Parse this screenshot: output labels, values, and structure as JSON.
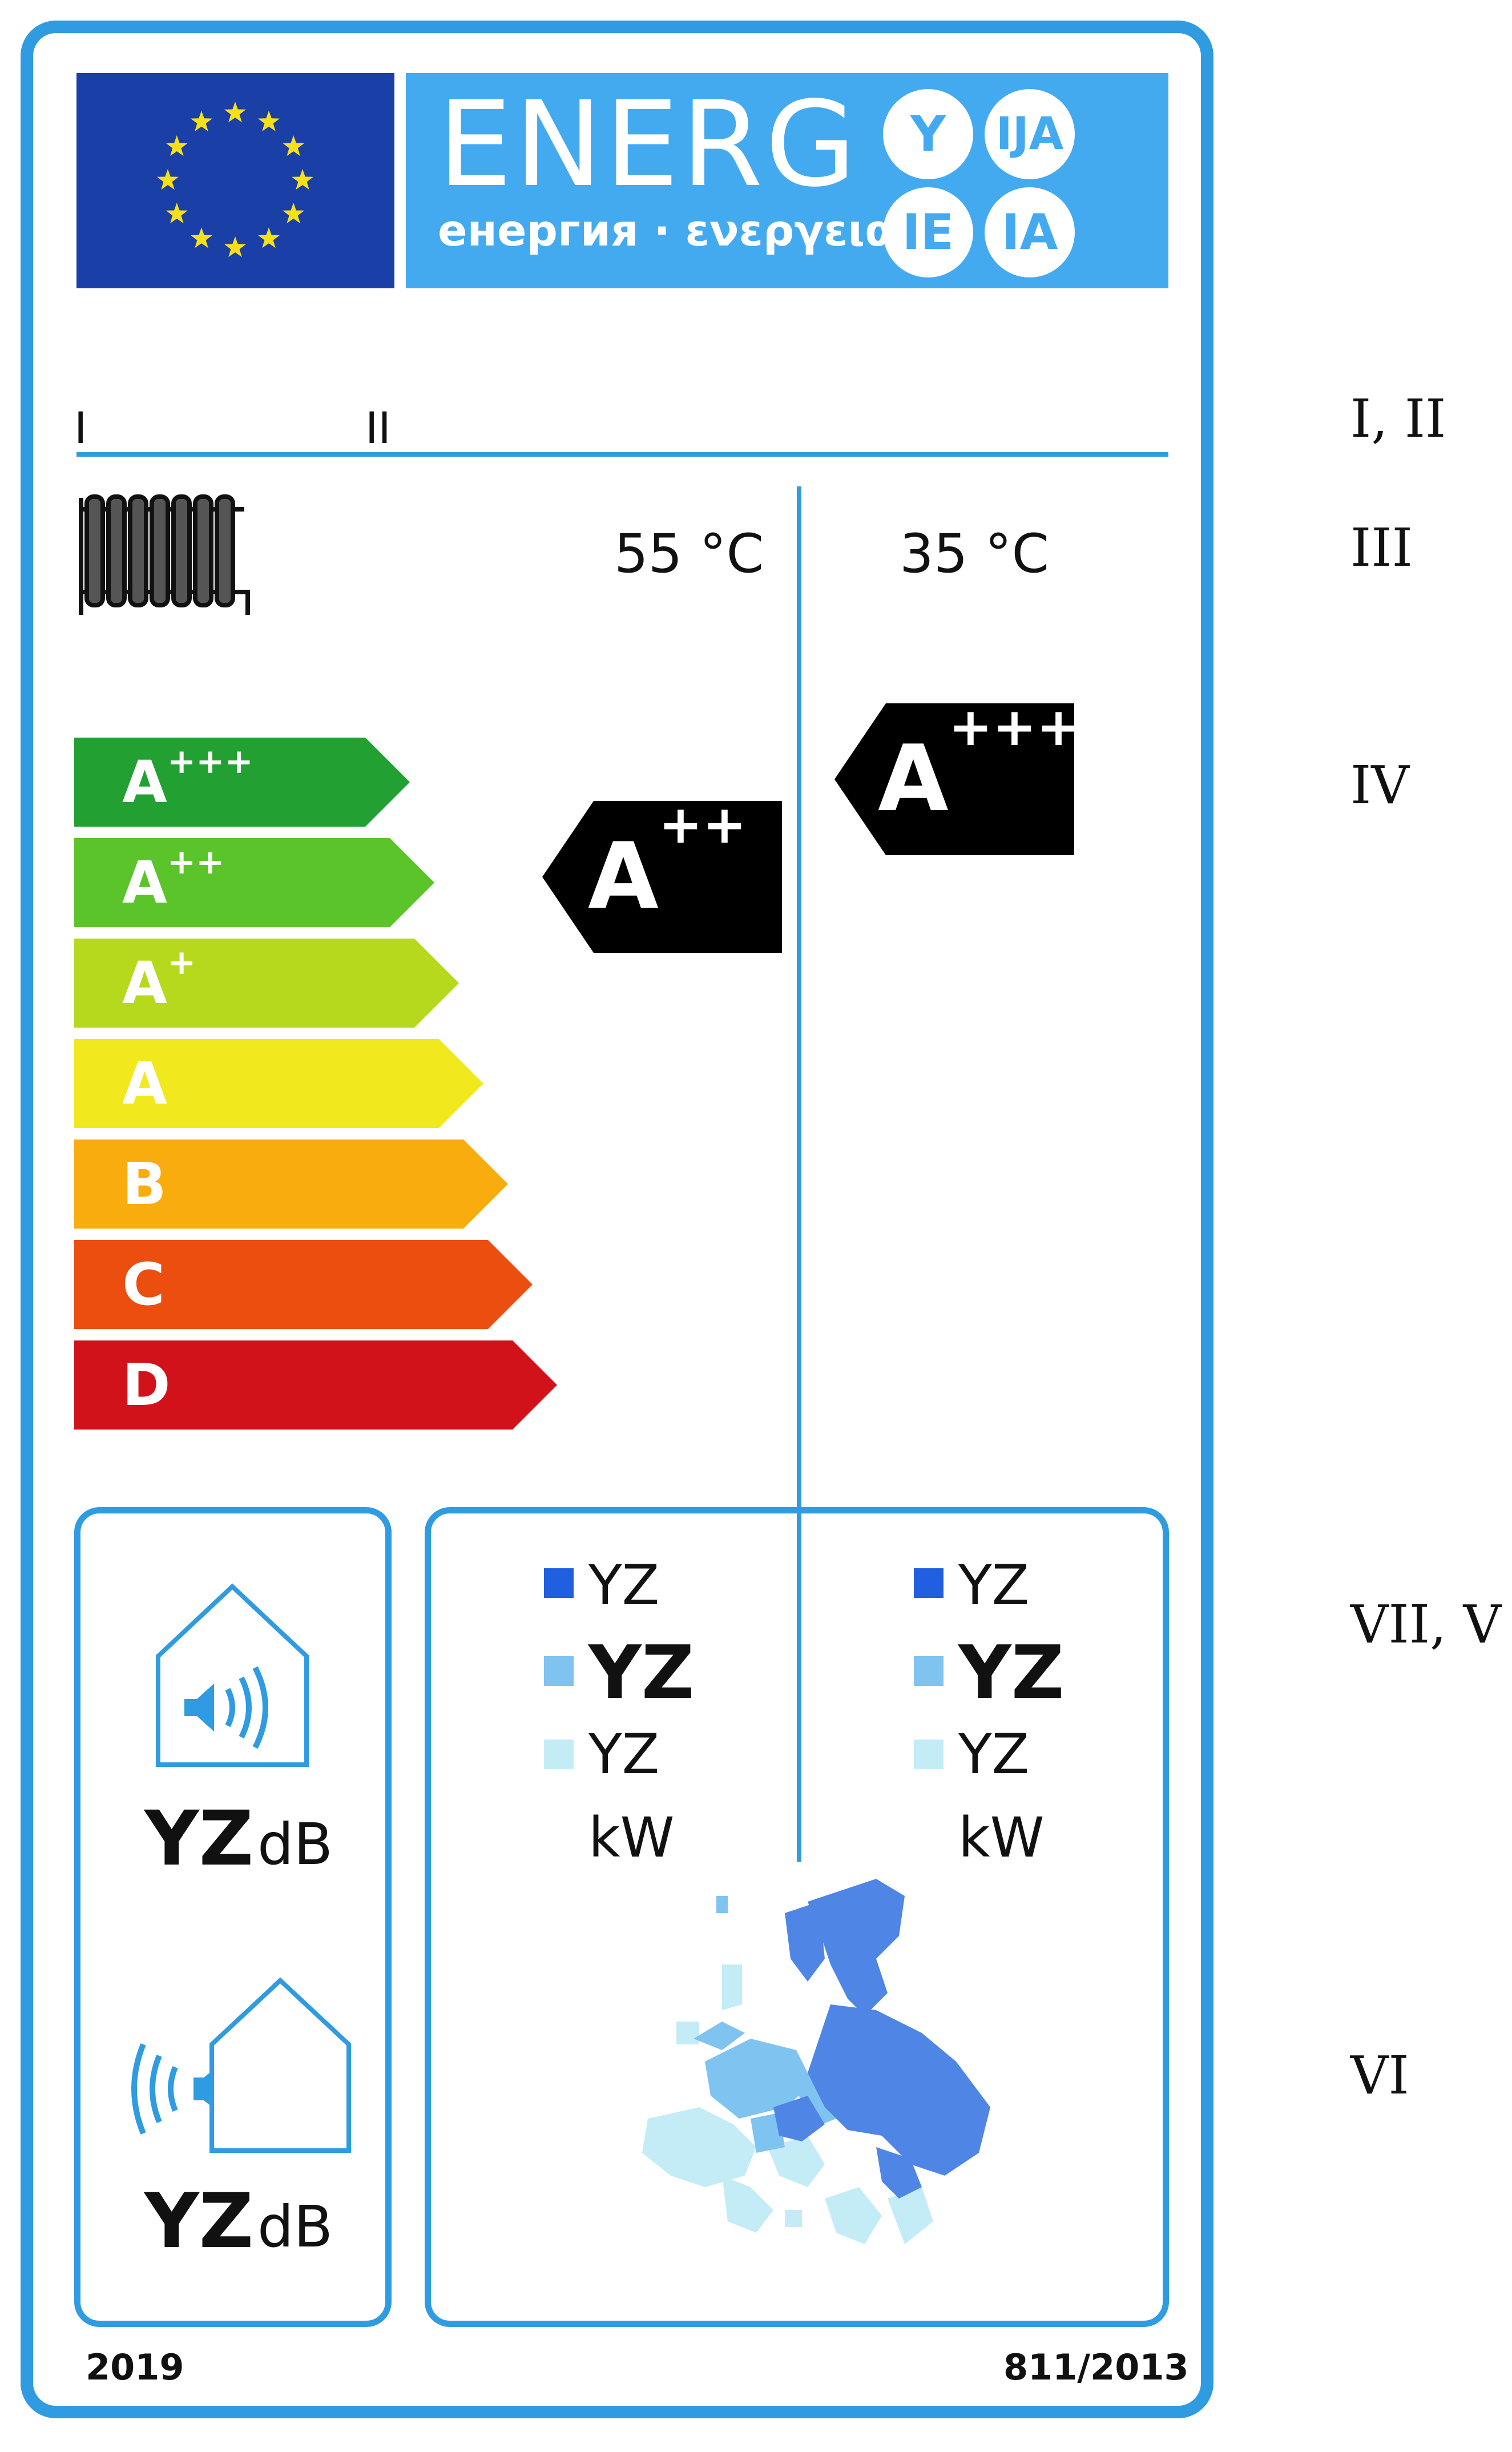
{
  "header": {
    "energy_word": "ENERG",
    "energy_subtitle": "енергия · ενεργεια",
    "languages": [
      "Y",
      "IJA",
      "IE",
      "IA"
    ]
  },
  "supplier_line": {
    "field_1": "I",
    "field_2": "II"
  },
  "temperatures": {
    "left": "55 °C",
    "right": "35 °C"
  },
  "scale": [
    {
      "base": "A",
      "sup": "+++",
      "color": "#22a032"
    },
    {
      "base": "A",
      "sup": "++",
      "color": "#5bc42a"
    },
    {
      "base": "A",
      "sup": "+",
      "color": "#b6d91d"
    },
    {
      "base": "A",
      "sup": "",
      "color": "#f2e81e"
    },
    {
      "base": "B",
      "sup": "",
      "color": "#f8ac0d"
    },
    {
      "base": "C",
      "sup": "",
      "color": "#ec4e0f"
    },
    {
      "base": "D",
      "sup": "",
      "color": "#d2121a"
    }
  ],
  "ratings": {
    "left": {
      "base": "A",
      "sup": "++"
    },
    "right": {
      "base": "A",
      "sup": "+++"
    }
  },
  "noise": {
    "indoor": {
      "value": "YZ",
      "unit": "dB"
    },
    "outdoor": {
      "value": "YZ",
      "unit": "dB"
    }
  },
  "heat_output": {
    "left": {
      "cold": "YZ",
      "average": "YZ",
      "warm": "YZ",
      "unit": "kW"
    },
    "right": {
      "cold": "YZ",
      "average": "YZ",
      "warm": "YZ",
      "unit": "kW"
    }
  },
  "zone_colors": {
    "cold": "#1f5fe0",
    "average": "#7fc3f0",
    "warm": "#c4ecf6"
  },
  "footer": {
    "year": "2019",
    "regulation": "811/2013"
  },
  "annotations": [
    "I, II",
    "III",
    "IV",
    "VII, V",
    "VI"
  ],
  "colors": {
    "frame": "#2f9be0",
    "eu_blue": "#1a3fa6",
    "energy_blue": "#43aaf0",
    "star": "#f7e017"
  }
}
